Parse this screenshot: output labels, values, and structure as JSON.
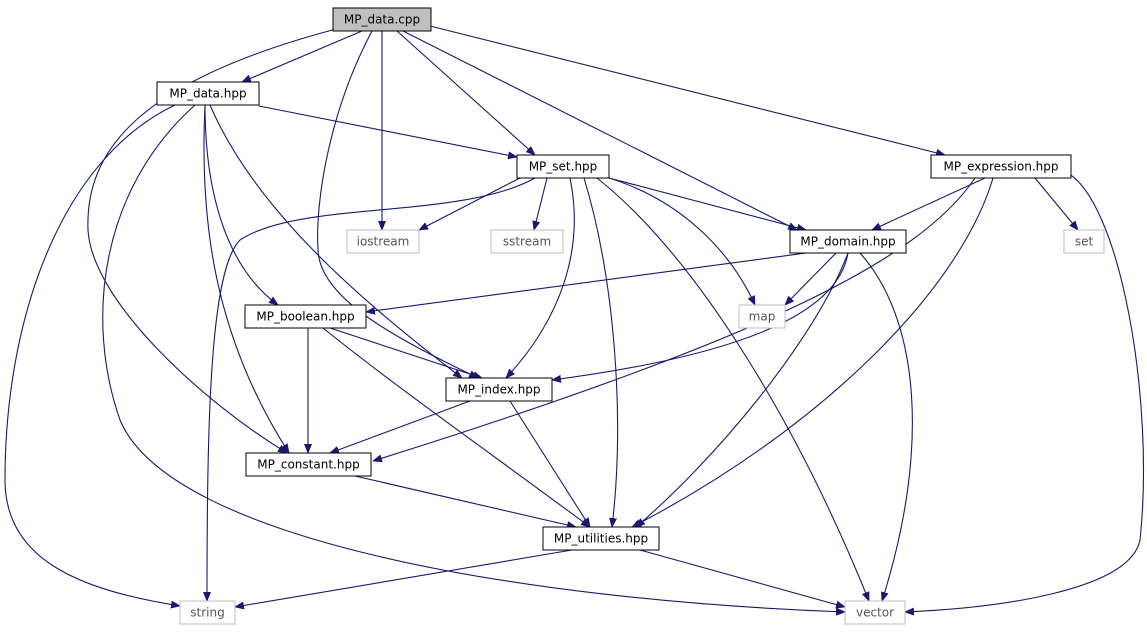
{
  "colors": {
    "edge": "#191970",
    "root_fill": "#bfbfbf",
    "node_fill": "#ffffff",
    "node_stroke": "#000000",
    "system_stroke": "#bfbfbf",
    "system_text": "#555555",
    "text": "#000000"
  },
  "nodes": [
    {
      "id": "mp_data_cpp",
      "label": "MP_data.cpp",
      "kind": "root"
    },
    {
      "id": "mp_data_hpp",
      "label": "MP_data.hpp",
      "kind": "file"
    },
    {
      "id": "mp_set_hpp",
      "label": "MP_set.hpp",
      "kind": "file"
    },
    {
      "id": "mp_expression_hpp",
      "label": "MP_expression.hpp",
      "kind": "file"
    },
    {
      "id": "iostream",
      "label": "iostream",
      "kind": "system"
    },
    {
      "id": "sstream",
      "label": "sstream",
      "kind": "system"
    },
    {
      "id": "mp_domain_hpp",
      "label": "MP_domain.hpp",
      "kind": "file"
    },
    {
      "id": "set",
      "label": "set",
      "kind": "system"
    },
    {
      "id": "mp_boolean_hpp",
      "label": "MP_boolean.hpp",
      "kind": "file"
    },
    {
      "id": "map",
      "label": "map",
      "kind": "system"
    },
    {
      "id": "mp_index_hpp",
      "label": "MP_index.hpp",
      "kind": "file"
    },
    {
      "id": "mp_constant_hpp",
      "label": "MP_constant.hpp",
      "kind": "file"
    },
    {
      "id": "mp_utilities_hpp",
      "label": "MP_utilities.hpp",
      "kind": "file"
    },
    {
      "id": "string",
      "label": "string",
      "kind": "system"
    },
    {
      "id": "vector",
      "label": "vector",
      "kind": "system"
    }
  ],
  "edges": [
    {
      "from": "mp_data_cpp",
      "to": "mp_data_hpp"
    },
    {
      "from": "mp_data_cpp",
      "to": "mp_set_hpp"
    },
    {
      "from": "mp_data_cpp",
      "to": "iostream"
    },
    {
      "from": "mp_data_cpp",
      "to": "mp_domain_hpp"
    },
    {
      "from": "mp_data_cpp",
      "to": "mp_expression_hpp"
    },
    {
      "from": "mp_data_cpp",
      "to": "mp_index_hpp"
    },
    {
      "from": "mp_data_cpp",
      "to": "mp_constant_hpp"
    },
    {
      "from": "mp_data_hpp",
      "to": "mp_set_hpp"
    },
    {
      "from": "mp_data_hpp",
      "to": "string"
    },
    {
      "from": "mp_data_hpp",
      "to": "vector"
    },
    {
      "from": "mp_data_hpp",
      "to": "mp_boolean_hpp"
    },
    {
      "from": "mp_data_hpp",
      "to": "mp_index_hpp"
    },
    {
      "from": "mp_data_hpp",
      "to": "mp_constant_hpp"
    },
    {
      "from": "mp_set_hpp",
      "to": "iostream"
    },
    {
      "from": "mp_set_hpp",
      "to": "sstream"
    },
    {
      "from": "mp_set_hpp",
      "to": "mp_domain_hpp"
    },
    {
      "from": "mp_set_hpp",
      "to": "map"
    },
    {
      "from": "mp_set_hpp",
      "to": "string"
    },
    {
      "from": "mp_set_hpp",
      "to": "mp_index_hpp"
    },
    {
      "from": "mp_set_hpp",
      "to": "mp_utilities_hpp"
    },
    {
      "from": "mp_set_hpp",
      "to": "vector"
    },
    {
      "from": "mp_expression_hpp",
      "to": "mp_domain_hpp"
    },
    {
      "from": "mp_expression_hpp",
      "to": "set"
    },
    {
      "from": "mp_expression_hpp",
      "to": "vector"
    },
    {
      "from": "mp_expression_hpp",
      "to": "mp_constant_hpp"
    },
    {
      "from": "mp_expression_hpp",
      "to": "mp_utilities_hpp"
    },
    {
      "from": "mp_domain_hpp",
      "to": "mp_boolean_hpp"
    },
    {
      "from": "mp_domain_hpp",
      "to": "map"
    },
    {
      "from": "mp_domain_hpp",
      "to": "mp_index_hpp"
    },
    {
      "from": "mp_domain_hpp",
      "to": "mp_utilities_hpp"
    },
    {
      "from": "mp_domain_hpp",
      "to": "vector"
    },
    {
      "from": "mp_boolean_hpp",
      "to": "mp_index_hpp"
    },
    {
      "from": "mp_boolean_hpp",
      "to": "mp_constant_hpp"
    },
    {
      "from": "mp_boolean_hpp",
      "to": "mp_utilities_hpp"
    },
    {
      "from": "mp_index_hpp",
      "to": "mp_constant_hpp"
    },
    {
      "from": "mp_index_hpp",
      "to": "mp_utilities_hpp"
    },
    {
      "from": "mp_constant_hpp",
      "to": "mp_utilities_hpp"
    },
    {
      "from": "mp_utilities_hpp",
      "to": "string"
    },
    {
      "from": "mp_utilities_hpp",
      "to": "vector"
    }
  ]
}
